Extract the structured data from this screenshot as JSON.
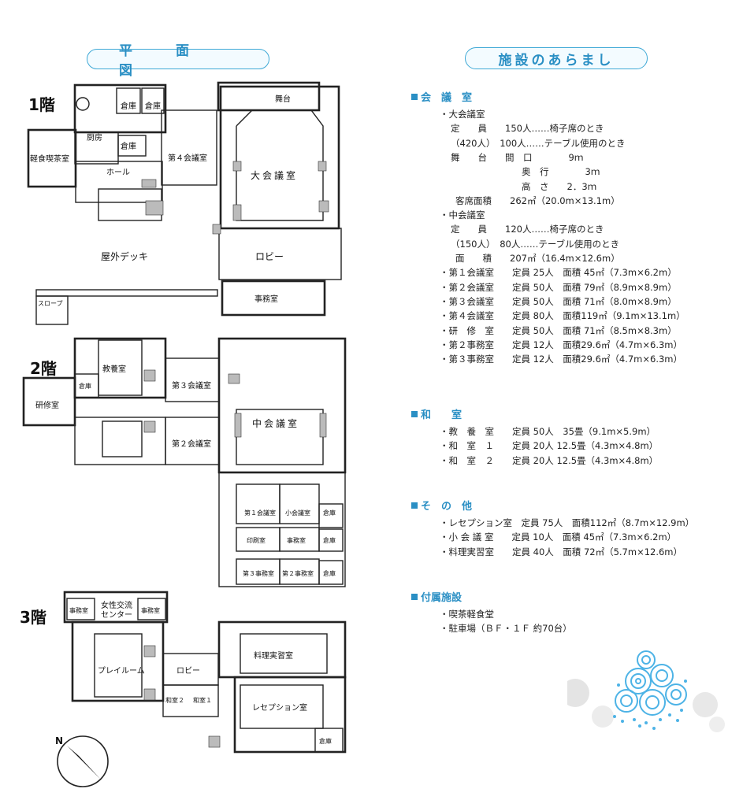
{
  "headers": {
    "plan": "平面図",
    "facility": "施設のあらまし"
  },
  "floors": {
    "f1": "1階",
    "f2": "2階",
    "f3": "3階"
  },
  "rooms_f1": {
    "storage1": "倉庫",
    "storage2": "倉庫",
    "kitchen": "厨房",
    "storage3": "倉庫",
    "cafe": "軽食喫茶室",
    "hall": "ホール",
    "conf4": "第４会議室",
    "stage": "舞台",
    "big_conf": "大会議室",
    "deck": "屋外デッキ",
    "lobby": "ロビー",
    "slope": "スロープ",
    "office": "事務室"
  },
  "rooms_f2": {
    "kyoyo": "教養室",
    "storage": "倉庫",
    "kenshu": "研修室",
    "conf3": "第３会議室",
    "conf2": "第２会議室",
    "mid_conf": "中会議室",
    "conf1": "第１会議室",
    "small_conf": "小会議室",
    "storage_a": "倉庫",
    "print": "印刷室",
    "office_a": "事務室",
    "storage_b": "倉庫",
    "office3": "第３事務室",
    "office2": "第２事務室",
    "storage_c": "倉庫"
  },
  "rooms_f3": {
    "office_l": "事務室",
    "women_line1": "女性交流",
    "women_line2": "センター",
    "office_r": "事務室",
    "cooking": "料理実習室",
    "play": "プレイルーム",
    "lobby": "ロビー",
    "wa2": "和室２",
    "wa1": "和室１",
    "reception": "レセプション室",
    "storage": "倉庫"
  },
  "compass": "N",
  "sections": [
    {
      "heading": "会　議　室",
      "lines": [
        "・大会議室",
        "定　　員　　150人……椅子席のとき",
        "（420人）　100人……テーブル使用のとき",
        "舞　　台　　間　口　　　　9ｍ",
        "奥　行　　　　3ｍ",
        "高　さ　　2．3ｍ",
        "客席面積　　262㎡（20.0m×13.1m）",
        "・中会議室",
        "定　　員　　120人……椅子席のとき",
        "（150人）　80人……テーブル使用のとき",
        "面　　積　　207㎡（16.4m×12.6m）",
        "・第１会議室　　定員 25人　面積 45㎡（7.3m×6.2m）",
        "・第２会議室　　定員 50人　面積 79㎡（8.9m×8.9m）",
        "・第３会議室　　定員 50人　面積 71㎡（8.0m×8.9m）",
        "・第４会議室　　定員 80人　面積119㎡（9.1m×13.1m）",
        "・研　修　室　　定員 50人　面積 71㎡（8.5m×8.3m）",
        "・第２事務室　　定員 12人　面積29.6㎡（4.7m×6.3m）",
        "・第３事務室　　定員 12人　面積29.6㎡（4.7m×6.3m）"
      ]
    },
    {
      "heading": "和　　室",
      "lines": [
        "・教　養　室　　定員 50人　35畳（9.1m×5.9m）",
        "・和　室　１　　定員 20人 12.5畳（4.3m×4.8m）",
        "・和　室　２　　定員 20人 12.5畳（4.3m×4.8m）"
      ]
    },
    {
      "heading": "そ　の　他",
      "lines": [
        "・レセプション室　定員 75人　面積112㎡（8.7m×12.9m）",
        "・小 会 議 室　　定員 10人　面積 45㎡（7.3m×6.2m）",
        "・料理実習室　　定員 40人　面積 72㎡（5.7m×12.6m）"
      ]
    },
    {
      "heading": "付属施設",
      "lines": [
        "・喫茶軽食堂",
        "・駐車場（ＢＦ・１Ｆ 約70台）"
      ]
    }
  ],
  "colors": {
    "accent": "#2a8fc4",
    "bouquet": "#4db3e6"
  }
}
